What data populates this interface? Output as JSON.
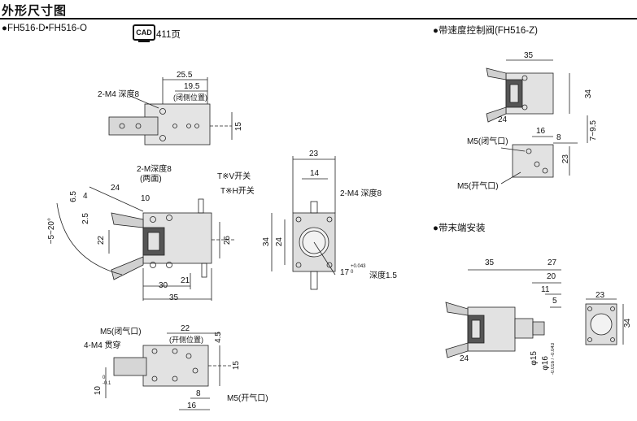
{
  "page": {
    "title": "外形尺寸图"
  },
  "models": {
    "left_label": "●FH516-D•FH516-O",
    "cad_icon_text": "CAD",
    "cad_page": "411页",
    "speed_valve_label": "●带速度控制阀(FH516-Z)",
    "end_mount_label": "●带末端安装"
  },
  "top_view": {
    "hole_label": "2-M4 深度8",
    "dim_25_5": "25.5",
    "dim_19_5": "19.5",
    "closed_position": "(闭侧位置)",
    "dim_15": "15"
  },
  "front_view": {
    "hole_label_1": "2-M深度8",
    "hole_label_2": "(两面)",
    "switch_v": "T※V开关",
    "switch_h": "T※H开关",
    "dim_6_5": "6.5",
    "dim_4": "4",
    "dim_24": "24",
    "dim_10": "10",
    "dim_2_5": "2.5",
    "angle": "−5~20°",
    "dim_22": "22",
    "dim_26": "26",
    "dim_30": "30",
    "dim_21": "21",
    "dim_35": "35"
  },
  "side_view": {
    "dim_23": "23",
    "dim_14": "14",
    "hole_label": "2-M4 深度8",
    "dim_34": "34",
    "dim_24": "24",
    "bore_prefix": "17",
    "bore_tol_up": "+0.043",
    "bore_tol_down": "0",
    "bore_suffix": "深度1.5"
  },
  "bottom_view": {
    "close_port": "M5(闭气口)",
    "thru_holes": "4-M4 贯穿",
    "dim_22": "22",
    "open_position": "(开侧位置)",
    "dim_4_5": "4.5",
    "dim_15": "15",
    "dim_10": "10",
    "tol_10_up": "0",
    "tol_10_down": "-0.1",
    "dim_8": "8",
    "dim_16": "16",
    "open_port": "M5(开气口)"
  },
  "speed_valve_view": {
    "dim_35": "35",
    "dim_34": "34",
    "dim_24": "24",
    "range": "7~9.5",
    "dim_16": "16",
    "dim_8": "8",
    "dim_23": "23",
    "close_port": "M5(闭气口)",
    "open_port": "M5(开气口)"
  },
  "end_mount_view": {
    "dim_35": "35",
    "dim_27": "27",
    "dim_20": "20",
    "dim_11": "11",
    "dim_5": "5",
    "dim_24": "24",
    "dim_phi15": "φ15",
    "dim_phi16": "φ16",
    "phi16_tol": "-0.016 / -0.043",
    "dim_23": "23",
    "dim_34": "34"
  }
}
